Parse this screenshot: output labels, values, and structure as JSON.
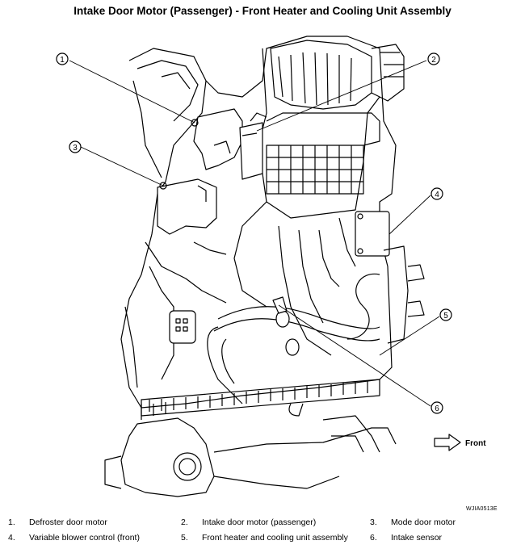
{
  "title": "Intake Door Motor (Passenger) - Front Heater and Cooling Unit Assembly",
  "callouts": [
    "1",
    "2",
    "3",
    "4",
    "5",
    "6"
  ],
  "direction_label": "Front",
  "figure_ref": "WJIA0513E",
  "legend": [
    {
      "num": "1.",
      "label": "Defroster door motor"
    },
    {
      "num": "2.",
      "label": "Intake door motor (passenger)"
    },
    {
      "num": "3.",
      "label": "Mode door motor"
    },
    {
      "num": "4.",
      "label": "Variable blower control (front)"
    },
    {
      "num": "5.",
      "label": "Front heater and cooling unit assembly"
    },
    {
      "num": "6.",
      "label": "Intake sensor"
    }
  ]
}
